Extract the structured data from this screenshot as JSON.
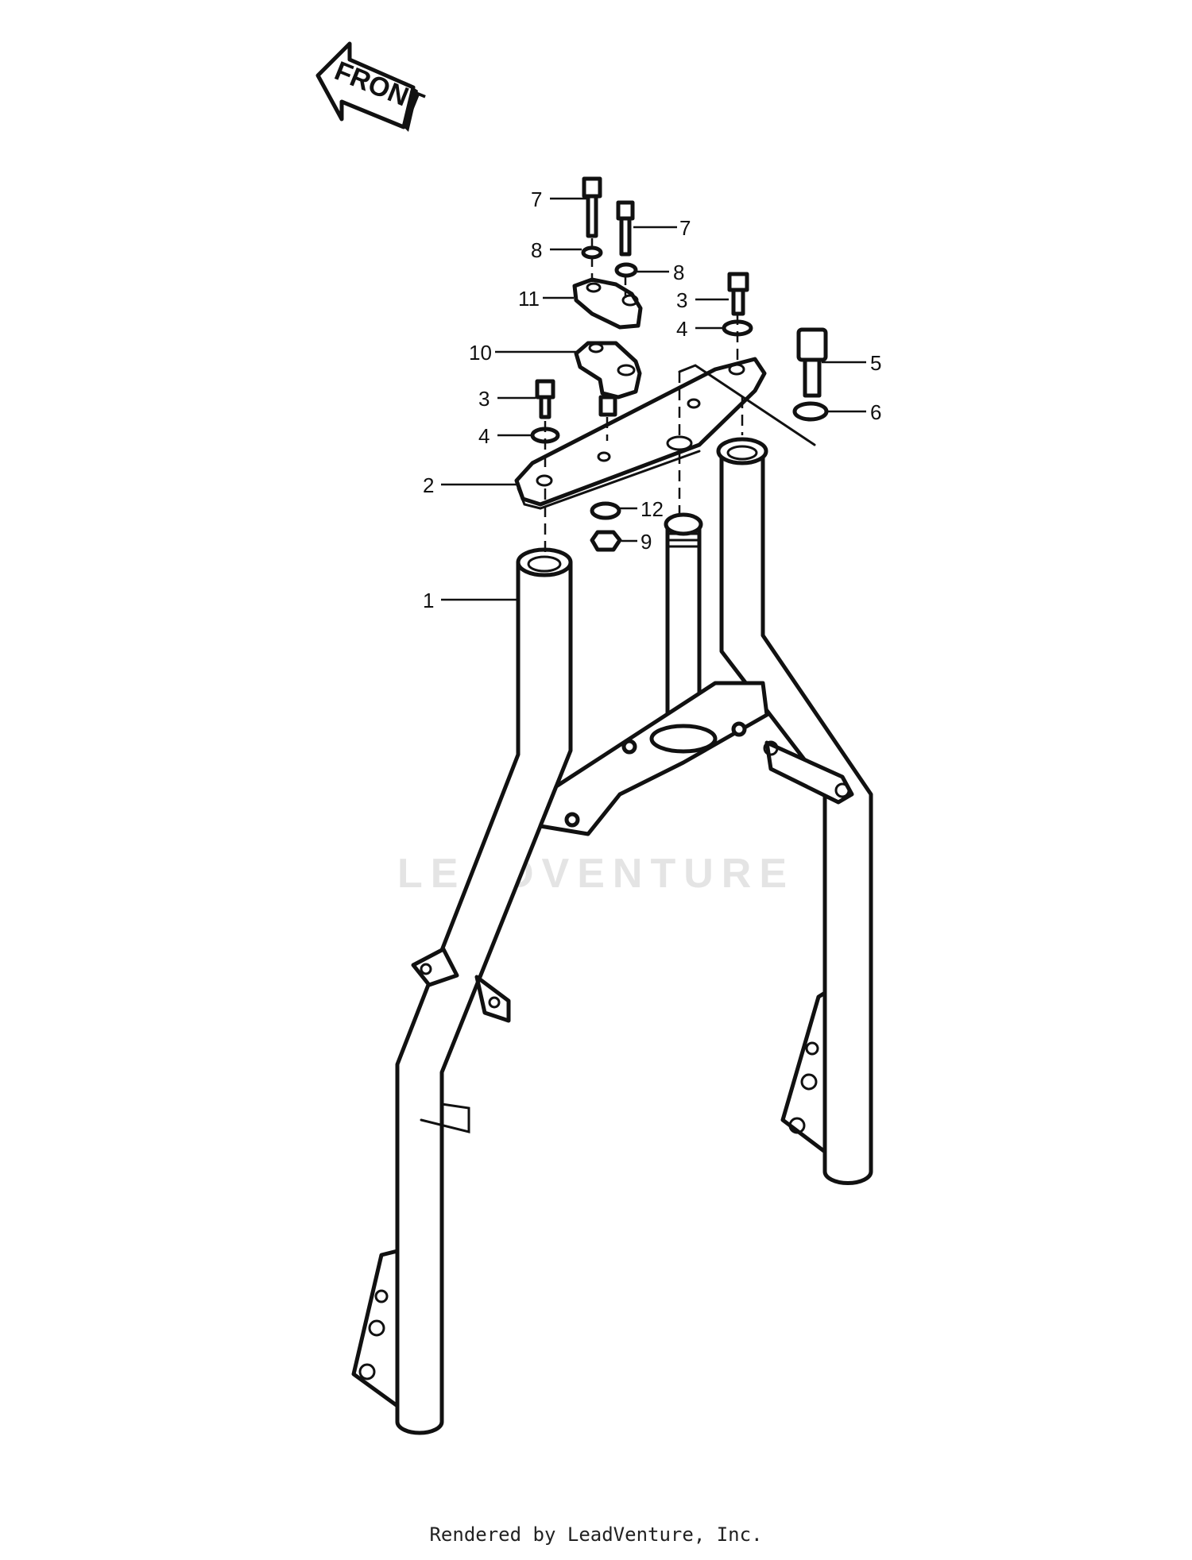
{
  "front_arrow": {
    "label": "FRONT"
  },
  "watermark": "LEADVENTURE",
  "footer": "Rendered by LeadVenture, Inc.",
  "callouts": [
    {
      "id": "c7a",
      "label": "7"
    },
    {
      "id": "c7b",
      "label": "7"
    },
    {
      "id": "c8a",
      "label": "8"
    },
    {
      "id": "c8b",
      "label": "8"
    },
    {
      "id": "c11",
      "label": "11"
    },
    {
      "id": "c3a",
      "label": "3"
    },
    {
      "id": "c4a",
      "label": "4"
    },
    {
      "id": "c10",
      "label": "10"
    },
    {
      "id": "c5",
      "label": "5"
    },
    {
      "id": "c3b",
      "label": "3"
    },
    {
      "id": "c6",
      "label": "6"
    },
    {
      "id": "c4b",
      "label": "4"
    },
    {
      "id": "c2",
      "label": "2"
    },
    {
      "id": "c12",
      "label": "12"
    },
    {
      "id": "c9",
      "label": "9"
    },
    {
      "id": "c1",
      "label": "1"
    }
  ]
}
